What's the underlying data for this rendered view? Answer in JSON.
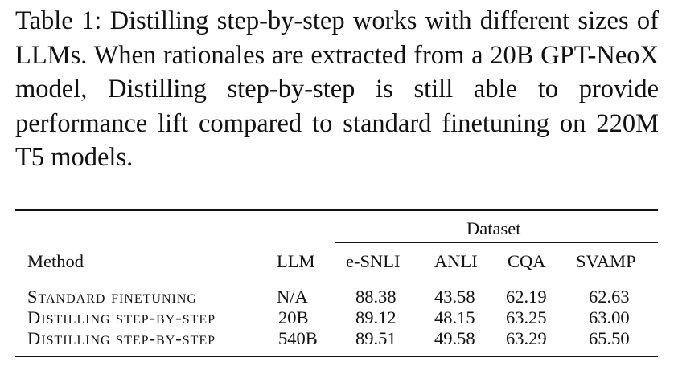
{
  "caption": "Table 1: Distilling step-by-step works with different sizes of LLMs. When rationales are extracted from a 20B GPT-NeoX model, Distilling step-by-step is still able to provide performance lift compared to standard finetuning on 220M T5 models.",
  "table": {
    "group_header": "Dataset",
    "columns": [
      "Method",
      "LLM",
      "e-SNLI",
      "ANLI",
      "CQA",
      "SVAMP"
    ],
    "rows": [
      {
        "method": "Standard finetuning",
        "llm": "N/A",
        "esnli": "88.38",
        "anli": "43.58",
        "cqa": "62.19",
        "svamp": "62.63"
      },
      {
        "method": "Distilling step-by-step",
        "llm": "20B",
        "esnli": "89.12",
        "anli": "48.15",
        "cqa": "63.25",
        "svamp": "63.00"
      },
      {
        "method": "Distilling step-by-step",
        "llm": "540B",
        "esnli": "89.51",
        "anli": "49.58",
        "cqa": "63.29",
        "svamp": "65.50"
      }
    ]
  }
}
